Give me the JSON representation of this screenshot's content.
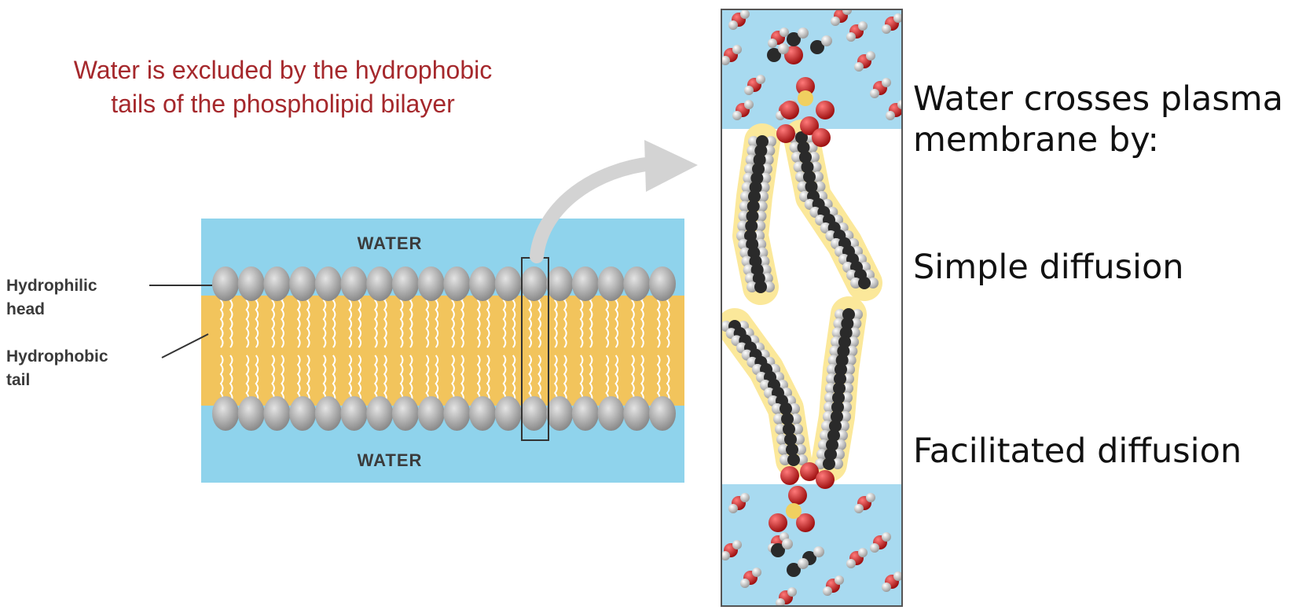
{
  "caption": {
    "line1": "Water is excluded by the hydrophobic",
    "line2": "tails of the phospholipid bilayer"
  },
  "diagram": {
    "water_top": "WATER",
    "water_bottom": "WATER",
    "label_head_line1": "Hydrophilic",
    "label_head_line2": "head",
    "label_tail_line1": "Hydrophobic",
    "label_tail_line2": "tail"
  },
  "side_text": {
    "heading_line1": "Water crosses plasma",
    "heading_line2": "membrane by:",
    "item1": "Simple diffusion",
    "item2": "Facilitated diffusion"
  },
  "colors": {
    "caption": "#a5282c",
    "water": "#8fd3ec",
    "tail": "#f2c45c",
    "head": "#a0a0a0",
    "oxygen": "#cc1f1f",
    "carbon": "#2a2a2a"
  }
}
